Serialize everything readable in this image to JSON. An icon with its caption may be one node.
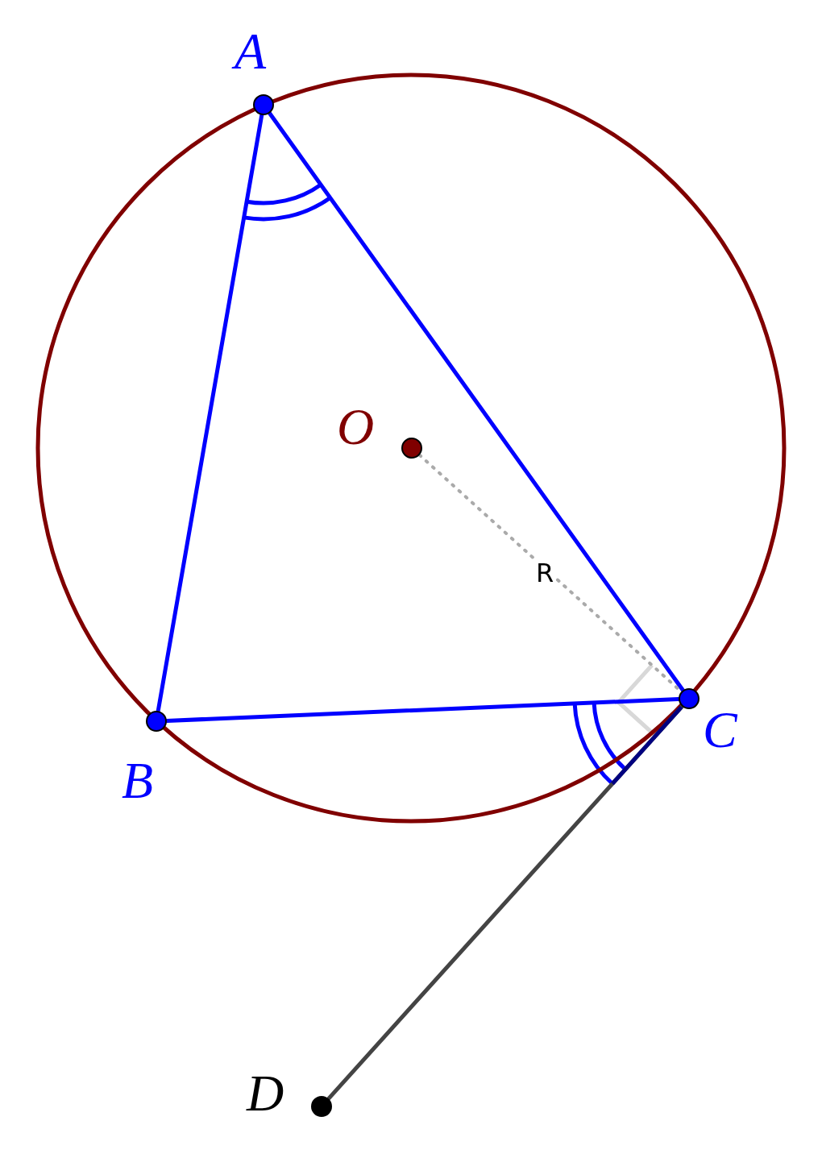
{
  "diagram": {
    "nodes": [
      {
        "text": [
          "A"
        ]
      },
      {
        "text": [
          "O"
        ]
      },
      {
        "text": [
          "B"
        ]
      },
      {
        "text": [
          "C"
        ]
      },
      {
        "text": [
          "D"
        ]
      }
    ],
    "edges": [
      {
        "from": 0,
        "to": 2,
        "arrow": "none"
      },
      {
        "from": 0,
        "to": 3,
        "arrow": "none"
      },
      {
        "from": 2,
        "to": 3,
        "arrow": "none"
      },
      {
        "from": 1,
        "to": 3,
        "arrow": "none",
        "label": "R",
        "style": "dashed",
        "color": "#aaaaaa"
      },
      {
        "from": 3,
        "to": 4,
        "arrow": "none",
        "color": "#444444"
      }
    ]
  }
}
